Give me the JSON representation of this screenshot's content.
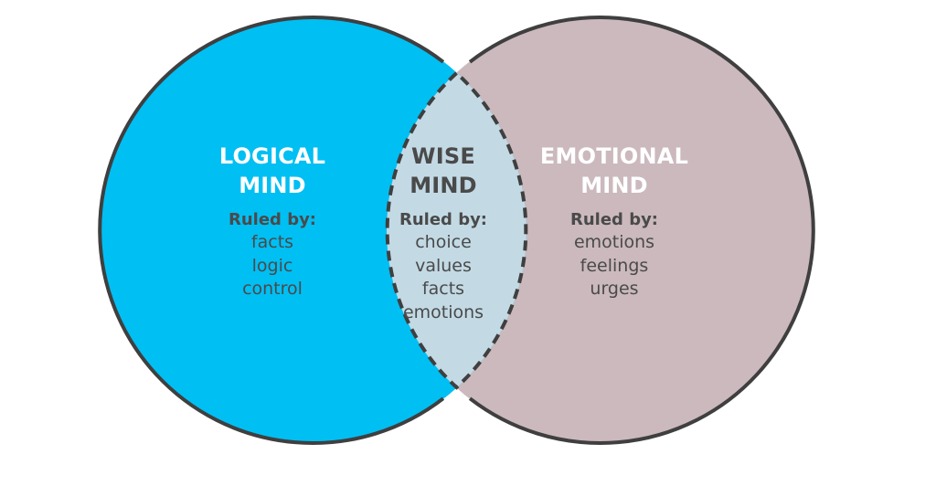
{
  "colors": {
    "logical_fill": "#00BFF3",
    "emotional_fill": "#CBB9BD",
    "wise_fill": "#C3DAE5",
    "outline": "#3F3F3F",
    "white_text": "#FFFFFF",
    "dark_text": "#4A4A4A"
  },
  "logical": {
    "title_line1": "LOGICAL",
    "title_line2": "MIND",
    "ruled_label": "Ruled by:",
    "items": [
      "facts",
      "logic",
      "control"
    ]
  },
  "wise": {
    "title_line1": "WISE",
    "title_line2": "MIND",
    "ruled_label": "Ruled by:",
    "items": [
      "choice",
      "values",
      "facts",
      "emotions"
    ]
  },
  "emotional": {
    "title_line1": "EMOTIONAL",
    "title_line2": "MIND",
    "ruled_label": "Ruled by:",
    "items": [
      "emotions",
      "feelings",
      "urges"
    ]
  }
}
